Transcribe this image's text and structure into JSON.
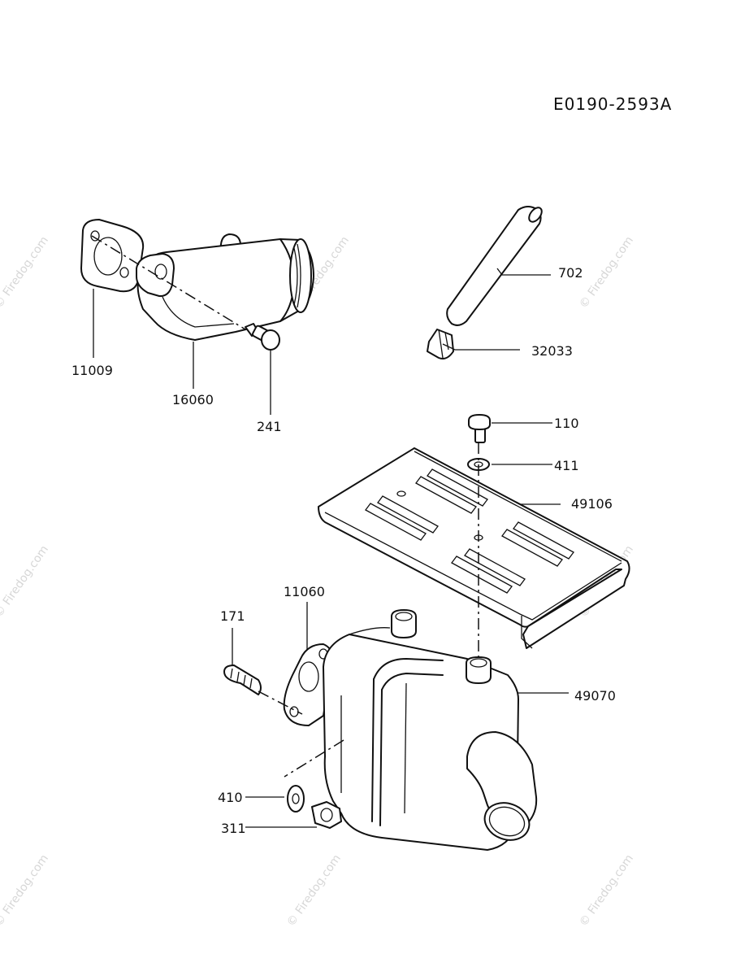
{
  "diagram": {
    "reference_code": "E0190-2593A",
    "watermark": "© Firedog.com",
    "parts": {
      "p11009": "11009",
      "p16060": "16060",
      "p241": "241",
      "p702": "702",
      "p32033": "32033",
      "p110": "110",
      "p411": "411",
      "p49106": "49106",
      "p11060": "11060",
      "p171": "171",
      "p49070": "49070",
      "p410": "410",
      "p311": "311"
    }
  }
}
